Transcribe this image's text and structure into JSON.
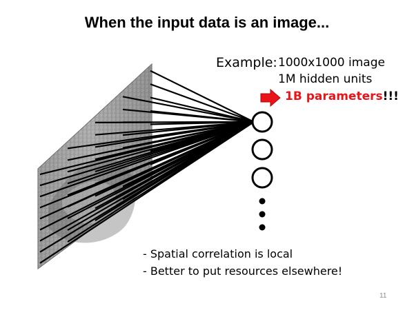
{
  "slide": {
    "title": "When the input data is an image...",
    "example": {
      "label": "Example:",
      "line1": "1000x1000 image",
      "line2": "1M hidden units",
      "line3_red": "1B parameters",
      "line3_suffix": "!!!"
    },
    "bullets": [
      "- Spatial correlation is local",
      "- Better to put resources elsewhere!"
    ],
    "page_number": "11"
  },
  "colors": {
    "accent_red": "#e8141a",
    "text": "#000000",
    "page_number": "#8a8a8a"
  },
  "icons": {
    "arrow": "red-right-arrow-icon",
    "hidden_unit": "circle-node-icon",
    "ellipsis": "dot-icon"
  }
}
